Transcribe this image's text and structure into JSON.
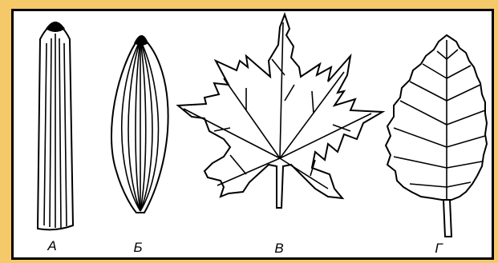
{
  "colors": {
    "frame_background": "#f5c96a",
    "panel_background": "#ffffff",
    "line": "#000000"
  },
  "leaves": [
    {
      "label": "А",
      "shape": "linear-parallel-veined"
    },
    {
      "label": "Б",
      "shape": "lanceolate-arcuate-veined"
    },
    {
      "label": "В",
      "shape": "palmate-lobed-palmate-veined"
    },
    {
      "label": "Г",
      "shape": "ovate-serrate-pinnate-veined"
    }
  ]
}
